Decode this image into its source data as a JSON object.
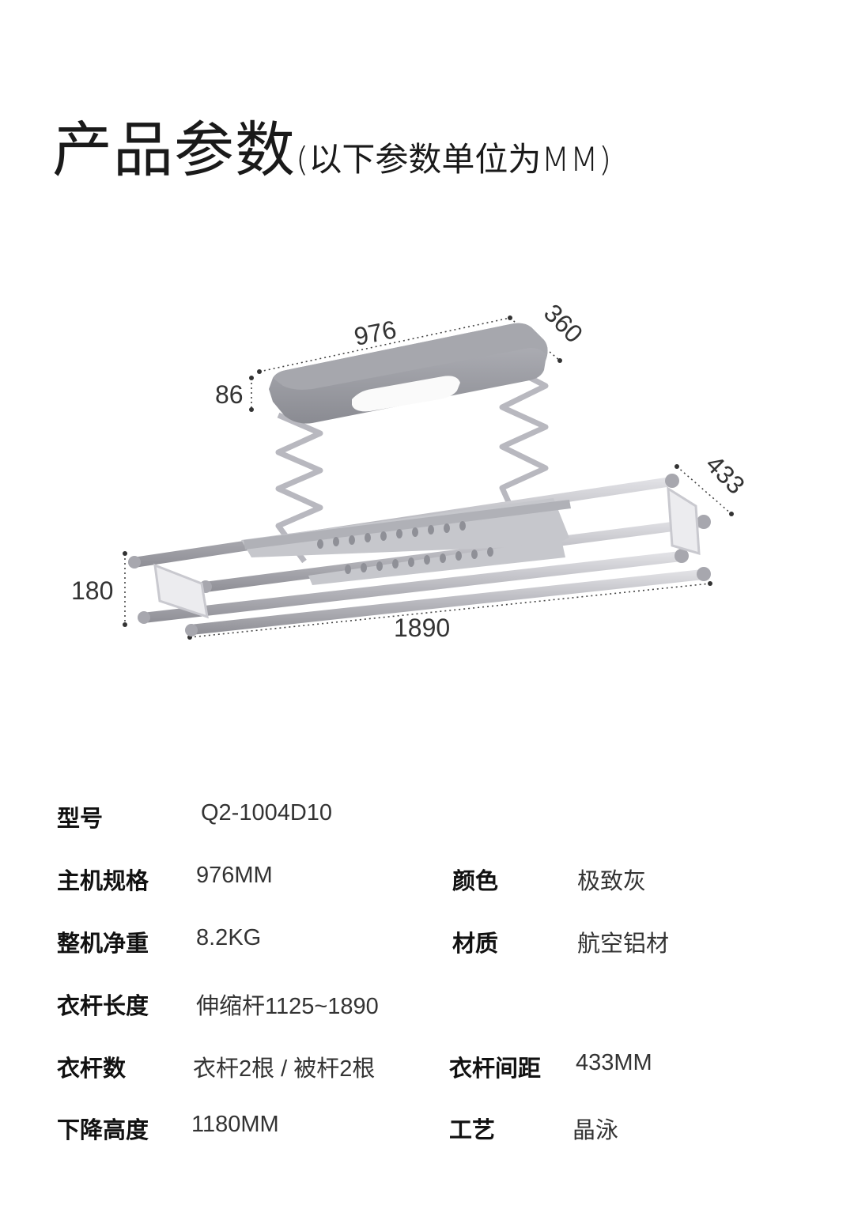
{
  "header": {
    "title": "产品参数",
    "subtitle": "(以下参数单位为MM)"
  },
  "diagram": {
    "dimensions": {
      "width_top": "976",
      "depth_top": "360",
      "height_top": "86",
      "rack_depth": "433",
      "rack_height": "180",
      "rack_length": "1890"
    },
    "colors": {
      "metal": "#c9c9ce",
      "metal_dark": "#9a9aa1",
      "dim_line": "#444444"
    }
  },
  "specs": {
    "model": {
      "label": "型号",
      "value": "Q2-1004D10"
    },
    "host_size": {
      "label": "主机规格",
      "value": "976MM"
    },
    "color": {
      "label": "颜色",
      "value": "极致灰"
    },
    "weight": {
      "label": "整机净重",
      "value": "8.2KG"
    },
    "material": {
      "label": "材质",
      "value": "航空铝材"
    },
    "rod_length": {
      "label": "衣杆长度",
      "value": "伸缩杆1125~1890"
    },
    "rod_count": {
      "label": "衣杆数",
      "value": "衣杆2根 / 被杆2根"
    },
    "rod_spacing": {
      "label": "衣杆间距",
      "value": "433MM"
    },
    "drop_height": {
      "label": "下降高度",
      "value": "1180MM"
    },
    "craft": {
      "label": "工艺",
      "value": "晶泳"
    }
  }
}
